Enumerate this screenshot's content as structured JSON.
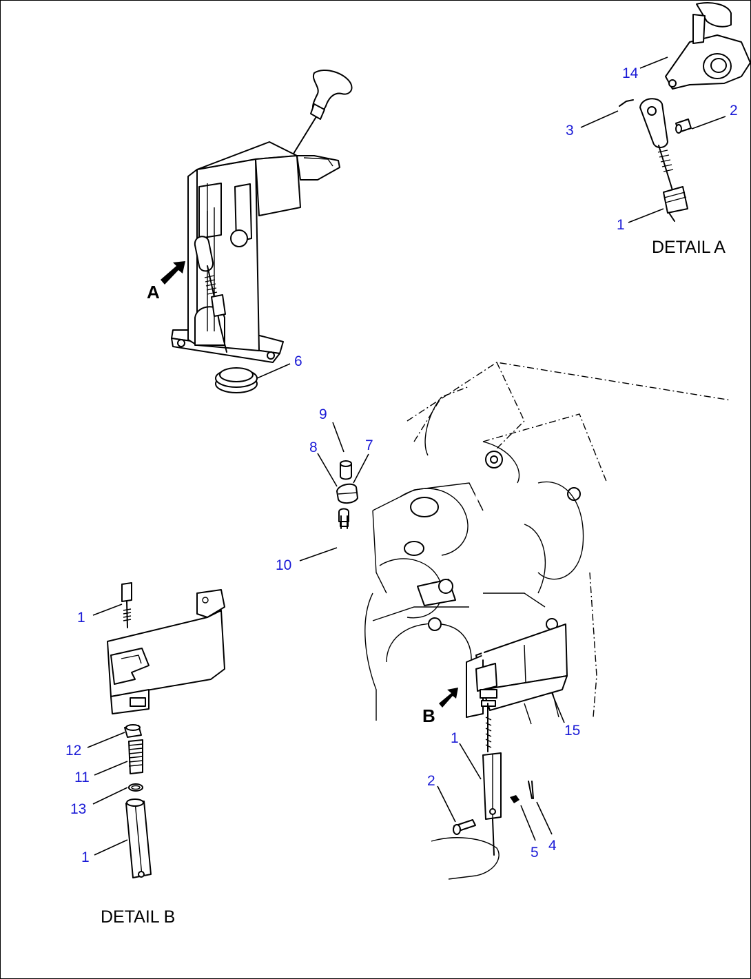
{
  "captions": {
    "detail_a": "DETAIL A",
    "detail_b": "DETAIL B"
  },
  "view_markers": {
    "a": "A",
    "b": "B"
  },
  "callouts": {
    "detail_a": {
      "c14": "14",
      "c3": "3",
      "c2": "2",
      "c1": "1"
    },
    "main": {
      "c6": "6",
      "c9": "9",
      "c8": "8",
      "c7": "7",
      "c10": "10",
      "c15": "15",
      "c1": "1",
      "c2": "2",
      "c5": "5",
      "c4": "4"
    },
    "detail_b": {
      "c1_top": "1",
      "c12": "12",
      "c11": "11",
      "c13": "13",
      "c1_bottom": "1"
    }
  },
  "colors": {
    "callout": "#1a1ad6",
    "line": "#000000",
    "background": "#ffffff"
  }
}
